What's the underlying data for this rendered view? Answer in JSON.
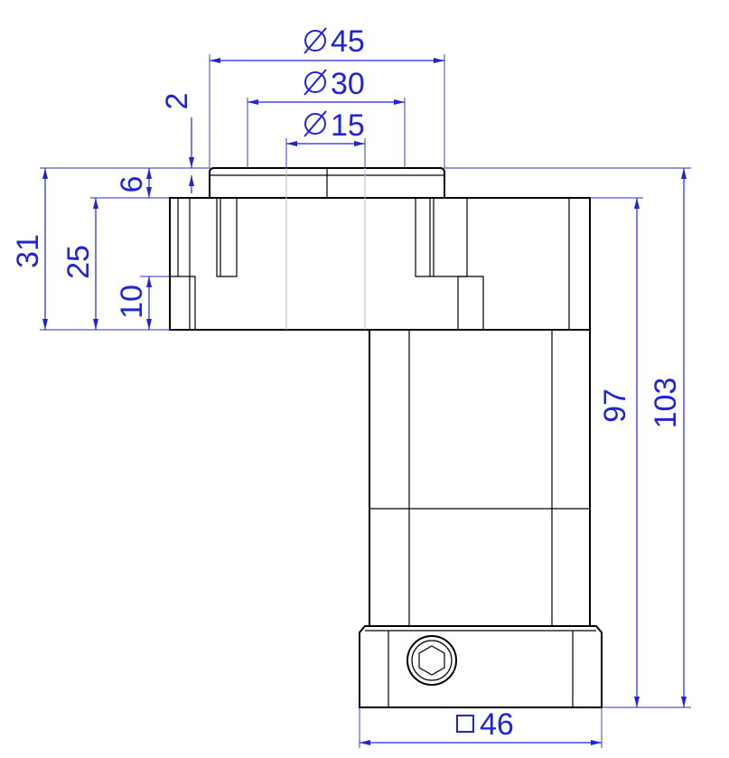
{
  "dimensions": {
    "flange_outer_diameter": "45",
    "pilot_diameter": "30",
    "shaft_diameter": "15",
    "pilot_height": "2",
    "flange_step_height": "6",
    "overall_flange_height": "31",
    "body_height": "25",
    "mounting_height": "10",
    "length_from_flange": "97",
    "overall_length": "103",
    "square_size": "46"
  },
  "symbols": {
    "diameter": "⌀",
    "square": "□"
  },
  "colors": {
    "dimension": "#1f24d6",
    "outline": "#000000",
    "hidden": "#b8b8b8"
  }
}
